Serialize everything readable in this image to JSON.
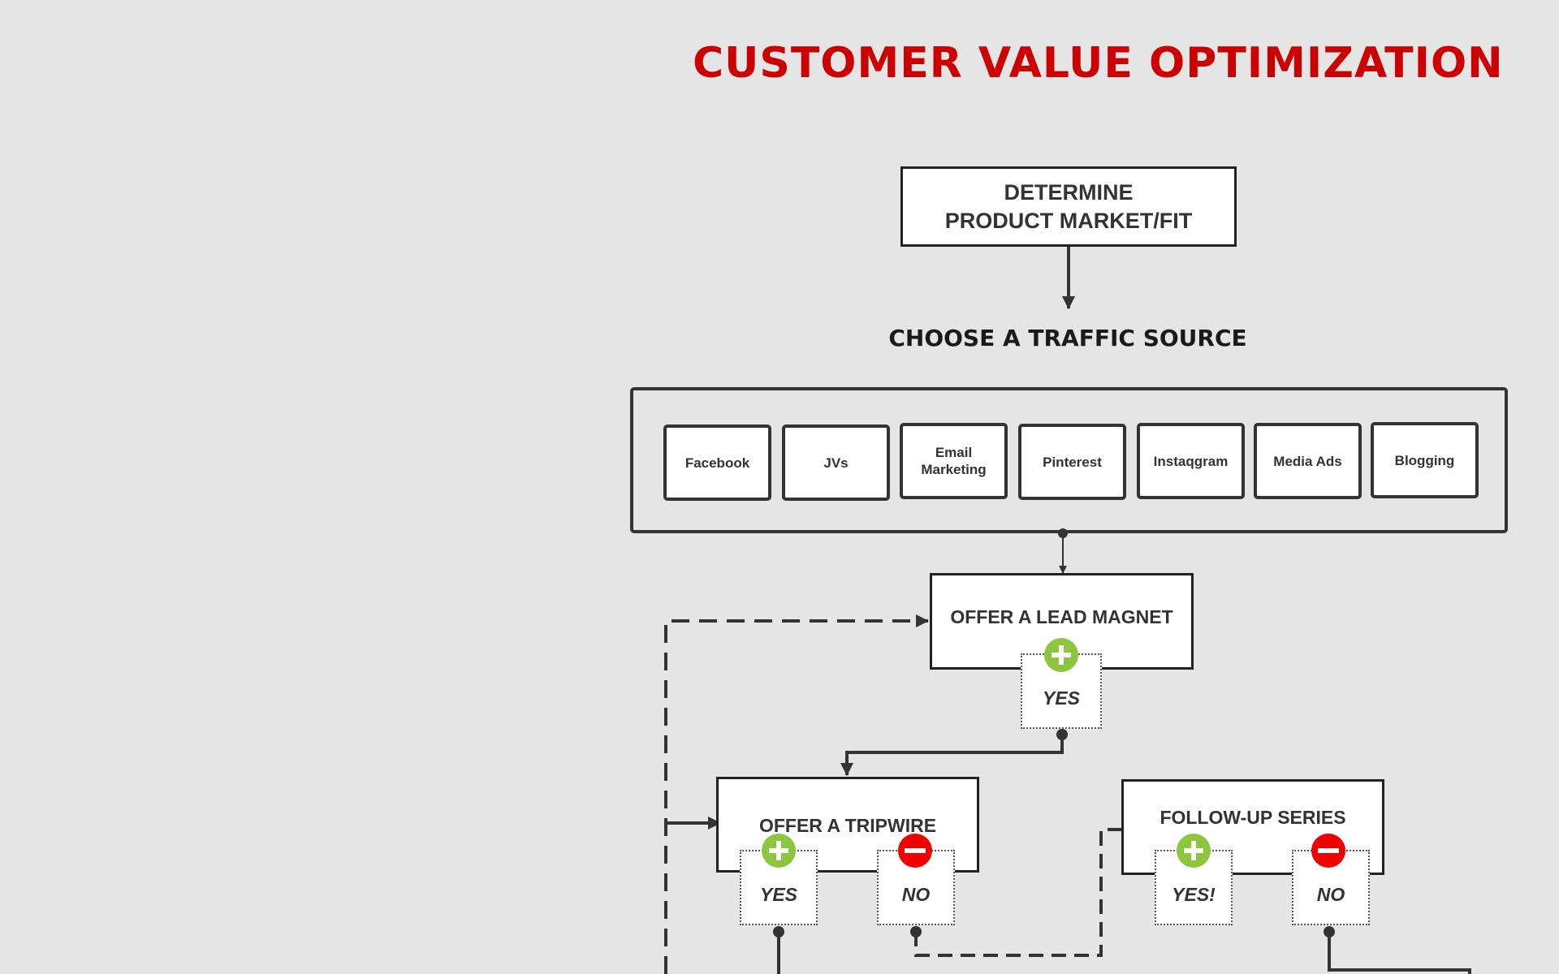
{
  "title": "CUSTOMER VALUE OPTIMIZATION",
  "determine": {
    "line1": "DETERMINE",
    "line2": "PRODUCT MARKET/FIT"
  },
  "traffic_heading": "CHOOSE A TRAFFIC SOURCE",
  "traffic_sources": [
    "Facebook",
    "JVs",
    "Email Marketing",
    "Pinterest",
    "Instaqgram",
    "Media Ads",
    "Blogging"
  ],
  "lead_magnet": {
    "label": "OFFER A LEAD MAGNET",
    "yes": "YES"
  },
  "tripwire": {
    "label": "OFFER A TRIPWIRE",
    "yes": "YES",
    "no": "NO"
  },
  "followup": {
    "label": "FOLLOW-UP SERIES",
    "yes": "YES!",
    "no": "NO"
  },
  "colors": {
    "title": "#cc0000",
    "yes_icon": "#8cc63f",
    "no_icon": "#ee0000",
    "background": "#e5e5e5"
  },
  "icons": {
    "yes": "plus-circle-icon",
    "no": "minus-circle-icon"
  }
}
